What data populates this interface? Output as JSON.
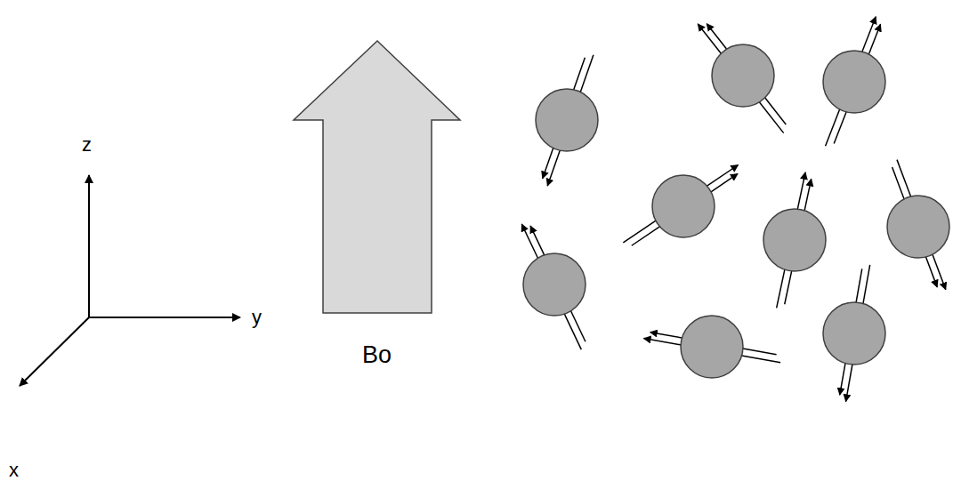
{
  "diagram": {
    "labels": [
      "z",
      "y",
      "x",
      "Bo"
    ]
  }
}
